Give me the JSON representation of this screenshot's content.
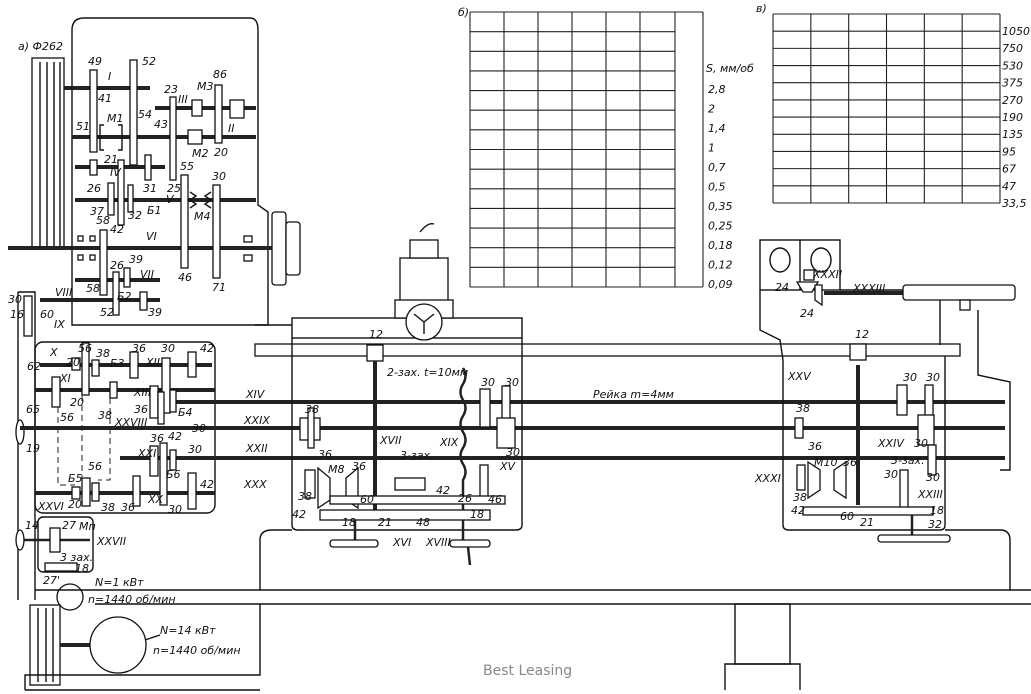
{
  "feed_table": {
    "title": "б)",
    "unit": "S, мм/об",
    "values": [
      "2,8",
      "2",
      "1,4",
      "1",
      "0,7",
      "0,5",
      "0,35",
      "0,25",
      "0,18",
      "0,12",
      "0,09"
    ]
  },
  "speed_table": {
    "title": "в)",
    "values": [
      "1050",
      "750",
      "530",
      "375",
      "270",
      "190",
      "135",
      "95",
      "67",
      "47",
      "33,5"
    ]
  },
  "rack_label": "Рейка m=4мм",
  "watermark": "Best Leasing",
  "labels": [
    "а) Ф262",
    "49",
    "I",
    "52",
    "41",
    "M1",
    "54",
    "51",
    "23",
    "III",
    "M3",
    "86",
    "43",
    "M2",
    "II",
    "20",
    "21",
    "IV",
    "26",
    "31",
    "25",
    "55",
    "30",
    "V",
    "37",
    "42",
    "32",
    "Б1",
    "M4",
    "58",
    "VI",
    "46",
    "71",
    "26",
    "39",
    "VII",
    "58",
    "VIII",
    "Б2",
    "52",
    "39",
    "30",
    "16",
    "60",
    "IX",
    "X",
    "62",
    "20",
    "56",
    "38",
    "Б3",
    "36",
    "XII",
    "30",
    "42",
    "XI",
    "20",
    "56",
    "38",
    "XIII",
    "36",
    "Б4",
    "30",
    "65",
    "XXVIII",
    "19",
    "36",
    "42",
    "30",
    "XXI",
    "56",
    "Б5",
    "Б6",
    "42",
    "XX",
    "XXVI",
    "20",
    "38",
    "36",
    "30",
    "XIV",
    "XXIX",
    "XXII",
    "XXX",
    "14",
    "27",
    "Mп",
    "XXVII",
    "3 зах.",
    "18",
    "27'",
    "N=1 кВт",
    "n=1440 об/мин",
    "N=14 кВт",
    "n=1440 об/мин",
    "12",
    "2-зах. t=10мм",
    "30",
    "30",
    "38",
    "XVII",
    "XIX",
    "3-зах.",
    "30",
    "36",
    "M8",
    "36",
    "XV",
    "46",
    "38",
    "42",
    "60",
    "42",
    "26",
    "18",
    "18",
    "21",
    "48",
    "XVI",
    "XVIII",
    "XXXII",
    "24",
    "24",
    "XXXIII",
    "12",
    "XXV",
    "30",
    "30",
    "38",
    "XXIV",
    "30",
    "36",
    "M10",
    "36",
    "3-зах.",
    "30",
    "30",
    "XXXI",
    "38",
    "XXIII",
    "42",
    "60",
    "21",
    "18",
    "32"
  ]
}
